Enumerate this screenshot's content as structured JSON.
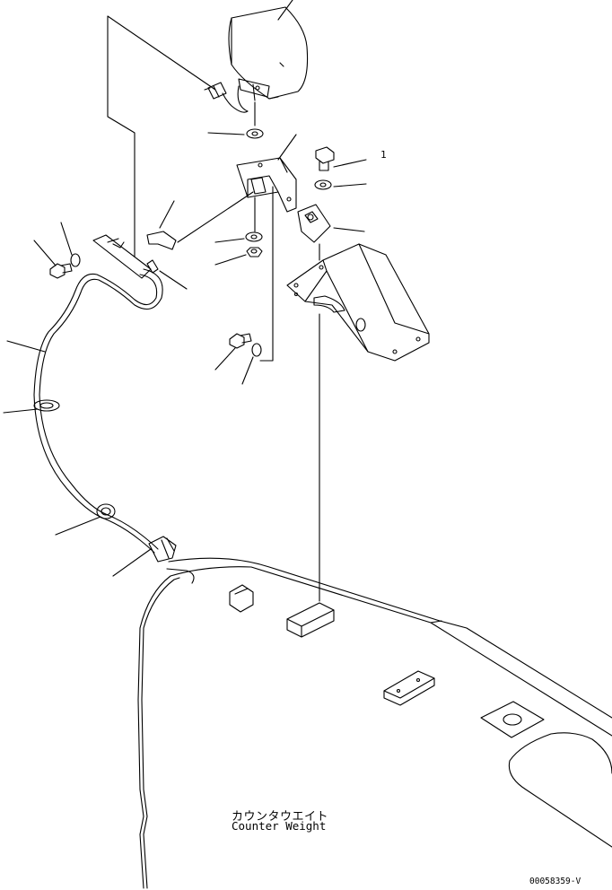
{
  "counterweight": {
    "label_jp": "カウンタウエイト",
    "label_en": "Counter Weight"
  },
  "drawing_number": "00058359-V",
  "ref_numeral": "1"
}
